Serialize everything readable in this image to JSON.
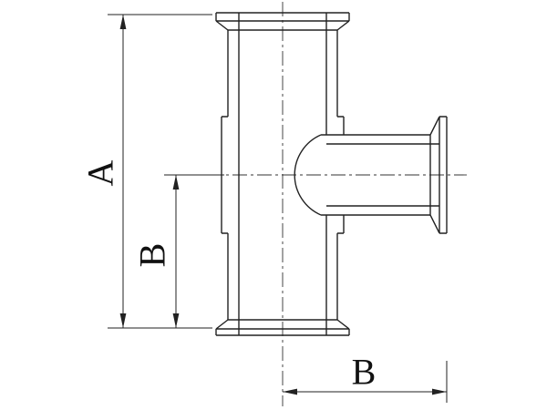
{
  "drawing": {
    "type": "engineering-cross-section",
    "subject": "Tee pipe fitting with clamp ferrule flanges, front view with dimensions",
    "background_color": "#ffffff",
    "line_color": "#222222",
    "dimension_labels": {
      "overall_height": "A",
      "branch_axis_to_bottom_face": "B",
      "branch_centerline_to_flange_face": "B"
    }
  }
}
